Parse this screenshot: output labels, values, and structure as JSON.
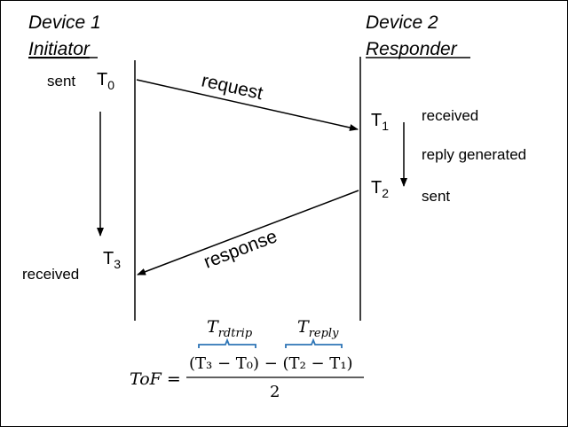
{
  "device1": {
    "name": "Device 1",
    "role": "Initiator"
  },
  "device2": {
    "name": "Device 2",
    "role": "Responder"
  },
  "events": {
    "t0": {
      "base": "T",
      "sub": "0",
      "label": "sent"
    },
    "t1": {
      "base": "T",
      "sub": "1",
      "label": "received"
    },
    "t2": {
      "base": "T",
      "sub": "2",
      "label": "sent"
    },
    "t3": {
      "base": "T",
      "sub": "3",
      "label": "received"
    },
    "reply_generated": "reply generated"
  },
  "messages": {
    "request": "request",
    "response": "response"
  },
  "formula": {
    "lhs": "ToF =",
    "brace_left": {
      "base": "T",
      "sub": "rdtrip"
    },
    "brace_right": {
      "base": "T",
      "sub": "reply"
    },
    "numerator": "(T₃ − T₀) − (T₂ − T₁)",
    "denominator": "2"
  },
  "colors": {
    "line": "#000000",
    "brace": "#2e75b6"
  }
}
